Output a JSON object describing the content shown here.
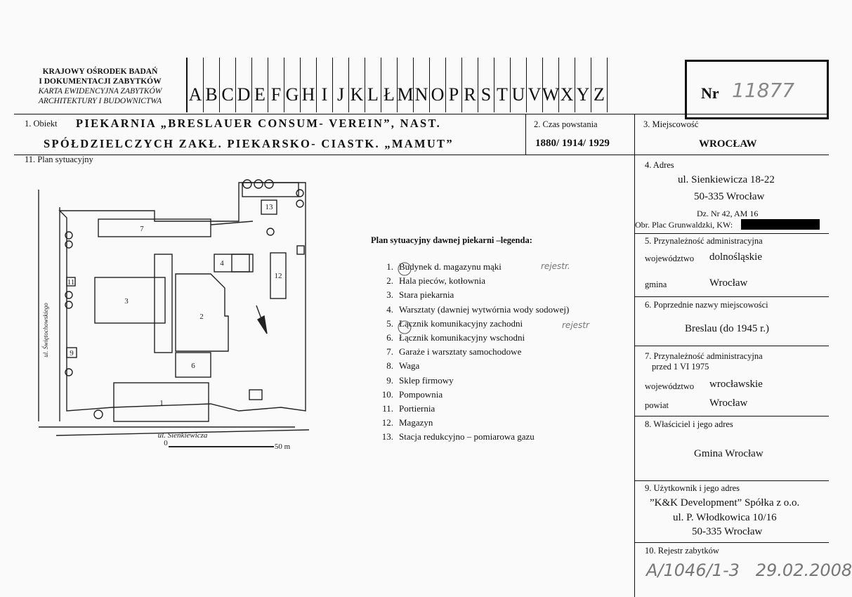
{
  "header": {
    "org_line1": "KRAJOWY OŚRODEK BADAŃ",
    "org_line2": "I DOKUMENTACJI ZABYTKÓW",
    "card_line1": "KARTA EWIDENCYJNA ZABYTKÓW",
    "card_line2": "ARCHITEKTURY I BUDOWNICTWA",
    "letters": [
      "A",
      "B",
      "C",
      "D",
      "E",
      "F",
      "G",
      "H",
      "I",
      "J",
      "K",
      "L",
      "Ł",
      "M",
      "N",
      "O",
      "P",
      "R",
      "S",
      "T",
      "U",
      "V",
      "W",
      "X",
      "Y",
      "Z"
    ],
    "nr_label": "Nr",
    "nr_value": "11877"
  },
  "object": {
    "label": "1. Obiekt",
    "name_line1": "PIEKARNIA „BRESLAUER CONSUM- VEREIN”, NAST.",
    "name_line2": "SPÓŁDZIELCZYCH ZAKŁ. PIEKARSKO- CIASTK. „MAMUT”"
  },
  "date": {
    "label": "2. Czas powstania",
    "value": "1880/ 1914/ 1929"
  },
  "place": {
    "label": "3. Miejscowość",
    "value": "WROCŁAW"
  },
  "plan": {
    "label": "11. Plan sytuacyjny",
    "street_bottom": "ul. Sienkiewicza",
    "street_left": "ul. Świętochowskiego",
    "scale_start": "0",
    "scale_end": "50 m",
    "building_numbers": [
      "1",
      "2",
      "3",
      "4",
      "6",
      "7",
      "9",
      "11",
      "12",
      "13"
    ]
  },
  "legend": {
    "title": "Plan sytuacyjny dawnej piekarni –legenda:",
    "items": [
      {
        "num": "1.",
        "text": "Budynek d. magazynu mąki"
      },
      {
        "num": "2.",
        "text": "Hala pieców, kotłownia"
      },
      {
        "num": "3.",
        "text": "Stara piekarnia"
      },
      {
        "num": "4.",
        "text": "Warsztaty (dawniej wytwórnia wody sodowej)"
      },
      {
        "num": "5.",
        "text": "Łącznik komunikacyjny zachodni"
      },
      {
        "num": "6.",
        "text": "Łącznik komunikacyjny wschodni"
      },
      {
        "num": "7.",
        "text": "Garaże i warsztaty samochodowe"
      },
      {
        "num": "8.",
        "text": "Waga"
      },
      {
        "num": "9.",
        "text": "Sklep firmowy"
      },
      {
        "num": "10.",
        "text": "Pompownia"
      },
      {
        "num": "11.",
        "text": "Portiernia"
      },
      {
        "num": "12.",
        "text": "Magazyn"
      },
      {
        "num": "13.",
        "text": "Stacja redukcyjno – pomiarowa gazu"
      }
    ],
    "note_1": "rejestr.",
    "note_5": "rejestr"
  },
  "address": {
    "label": "4. Adres",
    "street": "ul. Sienkiewicza 18-22",
    "city": "50-335 Wrocław",
    "parcel": "Dz. Nr 42, AM 16",
    "precinct": "Obr. Plac Grunwaldzki, KW:"
  },
  "admin_current": {
    "label": "5. Przynależność administracyjna",
    "voiv_label": "województwo",
    "voiv_value": "dolnośląskie",
    "gmina_label": "gmina",
    "gmina_value": "Wrocław"
  },
  "prev_names": {
    "label": "6. Poprzednie nazwy miejscowości",
    "value": "Breslau (do 1945 r.)"
  },
  "admin_prior": {
    "label": "7. Przynależność administracyjna",
    "label2": "przed 1 VI 1975",
    "voiv_label": "województwo",
    "voiv_value": "wrocławskie",
    "powiat_label": "powiat",
    "powiat_value": "Wrocław"
  },
  "owner": {
    "label": "8. Właściciel i jego adres",
    "value": "Gmina Wrocław"
  },
  "user": {
    "label": "9. Użytkownik i jego adres",
    "line1": "”K&K Development” Spółka z o.o.",
    "line2": "ul. P. Włodkowica 10/16",
    "line3": "50-335 Wrocław"
  },
  "register": {
    "label": "10. Rejestr zabytków",
    "value": "A/1046/1-3   29.02.2008"
  }
}
